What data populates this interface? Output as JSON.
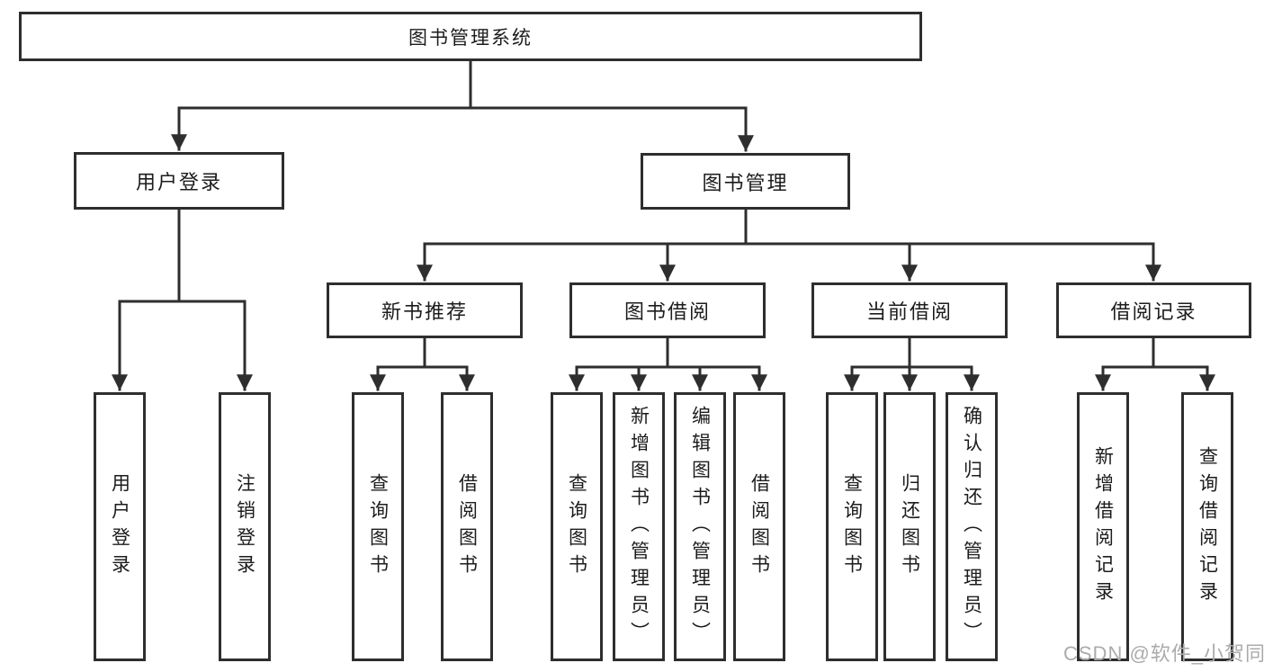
{
  "diagram": {
    "tree": {
      "label": "图书管理系统",
      "children": [
        {
          "label": "用户登录",
          "children": [
            {
              "label": "用户登录"
            },
            {
              "label": "注销登录"
            }
          ]
        },
        {
          "label": "图书管理",
          "children": [
            {
              "label": "新书推荐",
              "children": [
                {
                  "label": "查询图书"
                },
                {
                  "label": "借阅图书"
                }
              ]
            },
            {
              "label": "图书借阅",
              "children": [
                {
                  "label": "查询图书"
                },
                {
                  "label": "新增图书（管理员）"
                },
                {
                  "label": "编辑图书（管理员）"
                },
                {
                  "label": "借阅图书"
                }
              ]
            },
            {
              "label": "当前借阅",
              "children": [
                {
                  "label": "查询图书"
                },
                {
                  "label": "归还图书"
                },
                {
                  "label": "确认归还（管理员）"
                }
              ]
            },
            {
              "label": "借阅记录",
              "children": [
                {
                  "label": "新增借阅记录"
                },
                {
                  "label": "查询借阅记录"
                }
              ]
            }
          ]
        }
      ]
    },
    "watermark": {
      "text": "CSDN @软件_小贺同学"
    },
    "colors": {
      "line": "#2e2e2e",
      "text": "#1c1c1c",
      "watermark": "#ababab",
      "background": "#ffffff"
    }
  }
}
